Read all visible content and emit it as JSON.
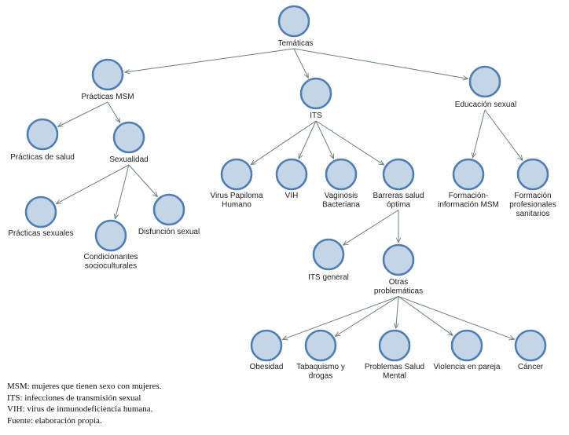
{
  "diagram": {
    "nodes": [
      {
        "id": "tematicas",
        "label": [
          "Temáticas"
        ]
      },
      {
        "id": "practicas-msm",
        "label": [
          "Prácticas MSM"
        ]
      },
      {
        "id": "its",
        "label": [
          "ITS"
        ]
      },
      {
        "id": "educacion-sexual",
        "label": [
          "Educación sexual"
        ]
      },
      {
        "id": "practicas-salud",
        "label": [
          "Prácticas de salud"
        ]
      },
      {
        "id": "sexualidad",
        "label": [
          "Sexualidad"
        ]
      },
      {
        "id": "practicas-sexuales",
        "label": [
          "Prácticas sexuales"
        ]
      },
      {
        "id": "condicionantes",
        "label": [
          "Condicionantes",
          "socioculturales"
        ]
      },
      {
        "id": "disfuncion-sexual",
        "label": [
          "Disfunción sexual"
        ]
      },
      {
        "id": "vph",
        "label": [
          "Virus Papiloma",
          "Humano"
        ]
      },
      {
        "id": "vih",
        "label": [
          "VIH"
        ]
      },
      {
        "id": "vaginosis",
        "label": [
          "Vaginosis",
          "Bacteriana"
        ]
      },
      {
        "id": "barreras",
        "label": [
          "Barreras salud",
          "óptima"
        ]
      },
      {
        "id": "formacion-msm",
        "label": [
          "Formación-",
          "información MSM"
        ]
      },
      {
        "id": "formacion-prof",
        "label": [
          "Formación",
          "profesionales",
          "sanitarios"
        ]
      },
      {
        "id": "its-general",
        "label": [
          "ITS general"
        ]
      },
      {
        "id": "otras",
        "label": [
          "Otras",
          "problemáticas"
        ]
      },
      {
        "id": "obesidad",
        "label": [
          "Obesidad"
        ]
      },
      {
        "id": "tabaquismo",
        "label": [
          "Tabaquismo y",
          "drogas"
        ]
      },
      {
        "id": "salud-mental",
        "label": [
          "Problemas Salud",
          "Mental"
        ]
      },
      {
        "id": "violencia",
        "label": [
          "Violencia en pareja"
        ]
      },
      {
        "id": "cancer",
        "label": [
          "Cáncer"
        ]
      }
    ],
    "edges": [
      [
        "tematicas",
        "practicas-msm"
      ],
      [
        "tematicas",
        "its"
      ],
      [
        "tematicas",
        "educacion-sexual"
      ],
      [
        "practicas-msm",
        "practicas-salud"
      ],
      [
        "practicas-msm",
        "sexualidad"
      ],
      [
        "sexualidad",
        "practicas-sexuales"
      ],
      [
        "sexualidad",
        "condicionantes"
      ],
      [
        "sexualidad",
        "disfuncion-sexual"
      ],
      [
        "its",
        "vph"
      ],
      [
        "its",
        "vih"
      ],
      [
        "its",
        "vaginosis"
      ],
      [
        "its",
        "barreras"
      ],
      [
        "educacion-sexual",
        "formacion-msm"
      ],
      [
        "educacion-sexual",
        "formacion-prof"
      ],
      [
        "barreras",
        "its-general"
      ],
      [
        "barreras",
        "otras"
      ],
      [
        "otras",
        "obesidad"
      ],
      [
        "otras",
        "tabaquismo"
      ],
      [
        "otras",
        "salud-mental"
      ],
      [
        "otras",
        "violencia"
      ],
      [
        "otras",
        "cancer"
      ]
    ]
  },
  "notes": [
    "MSM: mujeres que tienen sexo con mujeres.",
    "ITS: infecciones de transmisión sexual",
    "VIH: virus de inmunodeficiencia humana.",
    "Fuente: elaboración propia."
  ]
}
